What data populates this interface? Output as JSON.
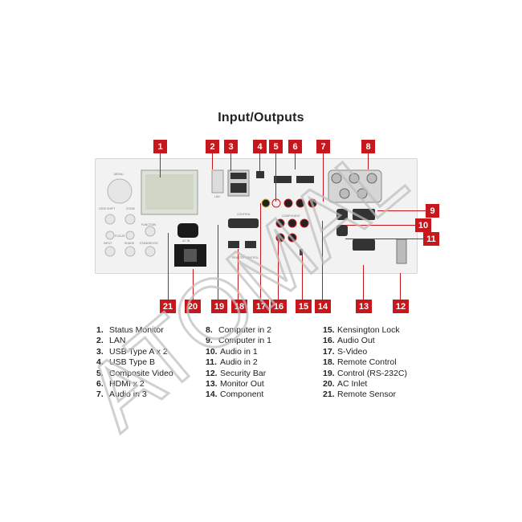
{
  "title": "Input/Outputs",
  "panel_labels": {
    "menu": "MENU",
    "lens_shift": "LENS SHIFT",
    "zoom": "ZOOM",
    "focus": "FOCUS",
    "input": "INPUT",
    "shade": "SHADE",
    "standby_on": "STANDBY/ON",
    "function": "FUNCTION",
    "control": "CONTROL",
    "remote": "REMOTE CONTROL",
    "component": "COMPONENT",
    "ac_in": "AC IN",
    "lan": "LAN"
  },
  "callouts": [
    "1",
    "2",
    "3",
    "4",
    "5",
    "6",
    "7",
    "8",
    "9",
    "10",
    "11",
    "12",
    "13",
    "14",
    "15",
    "16",
    "17",
    "18",
    "19",
    "20",
    "21"
  ],
  "legend": {
    "col1": [
      {
        "num": "1.",
        "text": "Status Monitor"
      },
      {
        "num": "2.",
        "text": "LAN"
      },
      {
        "num": "3.",
        "text": "USB Type A x 2"
      },
      {
        "num": "4.",
        "text": "USB Type B"
      },
      {
        "num": "5.",
        "text": "Composite Video"
      },
      {
        "num": "6.",
        "text": "HDMI x 2"
      },
      {
        "num": "7.",
        "text": "Audio in 3"
      }
    ],
    "col2": [
      {
        "num": "8.",
        "text": "Computer in 2"
      },
      {
        "num": "9.",
        "text": "Computer in 1"
      },
      {
        "num": "10.",
        "text": "Audio in 1"
      },
      {
        "num": "11.",
        "text": "Audio in 2"
      },
      {
        "num": "12.",
        "text": "Security Bar"
      },
      {
        "num": "13.",
        "text": "Monitor Out"
      },
      {
        "num": "14.",
        "text": "Component"
      }
    ],
    "col3": [
      {
        "num": "15.",
        "text": "Kensington Lock"
      },
      {
        "num": "16.",
        "text": "Audio Out"
      },
      {
        "num": "17.",
        "text": "S-Video"
      },
      {
        "num": "18.",
        "text": "Remote Control"
      },
      {
        "num": "19.",
        "text": "Control (RS-232C)"
      },
      {
        "num": "20.",
        "text": "AC Inlet"
      },
      {
        "num": "21.",
        "text": "Remote Sensor"
      }
    ]
  },
  "watermark": "ATOMAL",
  "colors": {
    "accent": "#c8161d",
    "watermark": "#bdbdbd",
    "panel": "#f2f2f2"
  }
}
